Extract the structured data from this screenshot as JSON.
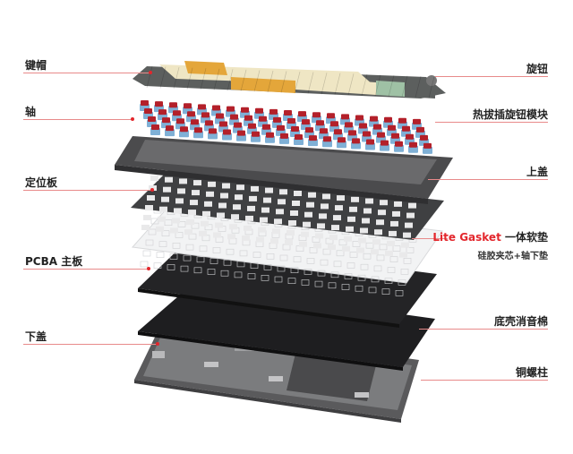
{
  "labels": {
    "keycaps": "键帽",
    "switches": "轴",
    "plate": "定位板",
    "pcba": "PCBA 主板",
    "bottom_case": "下盖",
    "knob": "旋钮",
    "hotswap_knob_module": "热拔插旋钮模块",
    "top_case": "上盖",
    "gasket_brand": "Lite Gasket",
    "gasket_rest": " 一体软垫",
    "gasket_sub": "硅胶夹芯+轴下垫",
    "foam": "底壳消音棉",
    "standoffs": "铜螺柱"
  },
  "colors": {
    "accent": "#e3262c",
    "leader_line": "#e88a8a",
    "keycap_cream": "#efe6c4",
    "keycap_orange": "#e4a63a",
    "keycap_dark": "#5c5f5e",
    "keycap_green": "#9fc1a5",
    "switch_red": "#b3202a",
    "switch_blue": "#7fb0d6",
    "case_gray": "#4d4d4f",
    "plate_gray": "#3f4042",
    "foam_black": "#1e1e20"
  }
}
